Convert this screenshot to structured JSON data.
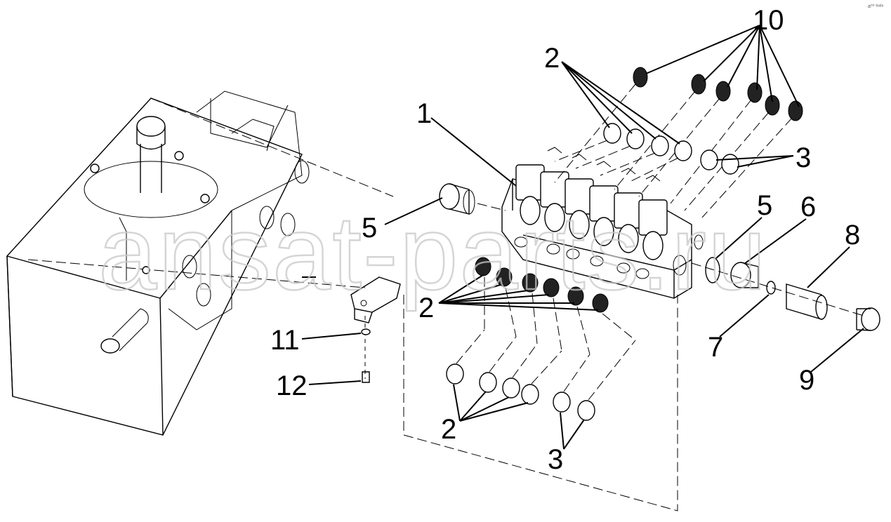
{
  "watermark": "ansat-parts.ru",
  "corner_mark": "a⁰⁰ ᵇᵃᵈ⁸",
  "callouts": {
    "c1": "1",
    "c2_top": "2",
    "c2_mid": "2",
    "c2_bottom": "2",
    "c3_right": "3",
    "c3_bottom": "3",
    "c5_left": "5",
    "c5_right": "5",
    "c6": "6",
    "c7": "7",
    "c8": "8",
    "c9": "9",
    "c10": "10",
    "c11": "11",
    "c12": "12"
  },
  "colors": {
    "line": "#000000",
    "background": "#ffffff",
    "watermark": "#c8c8c8"
  }
}
